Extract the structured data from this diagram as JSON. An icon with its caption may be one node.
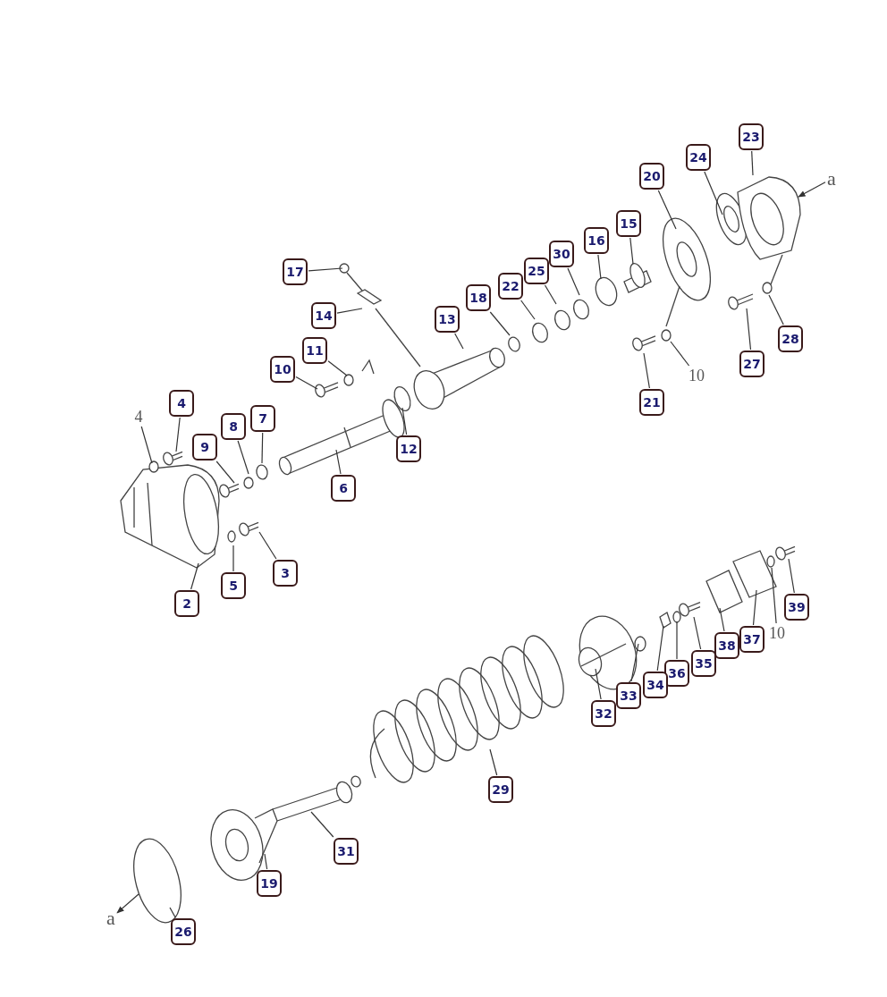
{
  "diagram": {
    "nodes": [
      {
        "text": [
          "23"
        ]
      },
      {
        "text": [
          "24"
        ]
      },
      {
        "text": [
          "20"
        ]
      },
      {
        "text": [
          "a"
        ]
      },
      {
        "text": [
          "15"
        ]
      },
      {
        "text": [
          "16"
        ]
      },
      {
        "text": [
          "30"
        ]
      },
      {
        "text": [
          "17"
        ]
      },
      {
        "text": [
          "25"
        ]
      },
      {
        "text": [
          "22"
        ]
      },
      {
        "text": [
          "18"
        ]
      },
      {
        "text": [
          "14"
        ]
      },
      {
        "text": [
          "13"
        ]
      },
      {
        "text": [
          "28"
        ]
      },
      {
        "text": [
          "11"
        ]
      },
      {
        "text": [
          "27"
        ]
      },
      {
        "text": [
          "10"
        ]
      },
      {
        "text": [
          "10"
        ]
      },
      {
        "text": [
          "21"
        ]
      },
      {
        "text": [
          "4"
        ]
      },
      {
        "text": [
          "4"
        ]
      },
      {
        "text": [
          "7"
        ]
      },
      {
        "text": [
          "8"
        ]
      },
      {
        "text": [
          "9"
        ]
      },
      {
        "text": [
          "12"
        ]
      },
      {
        "text": [
          "6"
        ]
      },
      {
        "text": [
          "3"
        ]
      },
      {
        "text": [
          "5"
        ]
      },
      {
        "text": [
          "2"
        ]
      },
      {
        "text": [
          "39"
        ]
      },
      {
        "text": [
          "10"
        ]
      },
      {
        "text": [
          "37"
        ]
      },
      {
        "text": [
          "38"
        ]
      },
      {
        "text": [
          "35"
        ]
      },
      {
        "text": [
          "36"
        ]
      },
      {
        "text": [
          "34"
        ]
      },
      {
        "text": [
          "33"
        ]
      },
      {
        "text": [
          "32"
        ]
      },
      {
        "text": [
          "29"
        ]
      },
      {
        "text": [
          "31"
        ]
      },
      {
        "text": [
          "19"
        ]
      },
      {
        "text": [
          "a"
        ]
      },
      {
        "text": [
          "26"
        ]
      }
    ],
    "edges": [
      {
        "from": 0,
        "to": null,
        "arrow": "none"
      },
      {
        "from": 1,
        "to": null,
        "arrow": "none"
      },
      {
        "from": 2,
        "to": null,
        "arrow": "none"
      },
      {
        "from": 3,
        "to": null,
        "arrow": "to"
      },
      {
        "from": 4,
        "to": null,
        "arrow": "none"
      },
      {
        "from": 5,
        "to": null,
        "arrow": "none"
      },
      {
        "from": 6,
        "to": null,
        "arrow": "none"
      },
      {
        "from": 7,
        "to": null,
        "arrow": "none"
      },
      {
        "from": 8,
        "to": null,
        "arrow": "none"
      },
      {
        "from": 9,
        "to": null,
        "arrow": "none"
      },
      {
        "from": 10,
        "to": null,
        "arrow": "none"
      },
      {
        "from": 11,
        "to": null,
        "arrow": "none"
      },
      {
        "from": 12,
        "to": null,
        "arrow": "none"
      },
      {
        "from": 13,
        "to": null,
        "arrow": "none"
      },
      {
        "from": 14,
        "to": null,
        "arrow": "none"
      },
      {
        "from": 15,
        "to": null,
        "arrow": "none"
      },
      {
        "from": 16,
        "to": null,
        "arrow": "none"
      },
      {
        "from": 17,
        "to": null,
        "arrow": "none"
      },
      {
        "from": 18,
        "to": null,
        "arrow": "none"
      },
      {
        "from": 19,
        "to": null,
        "arrow": "none"
      },
      {
        "from": 20,
        "to": null,
        "arrow": "none"
      },
      {
        "from": 21,
        "to": null,
        "arrow": "none"
      },
      {
        "from": 22,
        "to": null,
        "arrow": "none"
      },
      {
        "from": 23,
        "to": null,
        "arrow": "none"
      },
      {
        "from": 24,
        "to": null,
        "arrow": "none"
      },
      {
        "from": 25,
        "to": null,
        "arrow": "none"
      },
      {
        "from": 26,
        "to": null,
        "arrow": "none"
      },
      {
        "from": 27,
        "to": null,
        "arrow": "none"
      },
      {
        "from": 28,
        "to": null,
        "arrow": "none"
      },
      {
        "from": 29,
        "to": null,
        "arrow": "none"
      },
      {
        "from": 30,
        "to": null,
        "arrow": "none"
      },
      {
        "from": 31,
        "to": null,
        "arrow": "none"
      },
      {
        "from": 32,
        "to": null,
        "arrow": "none"
      },
      {
        "from": 33,
        "to": null,
        "arrow": "none"
      },
      {
        "from": 34,
        "to": null,
        "arrow": "none"
      },
      {
        "from": 35,
        "to": null,
        "arrow": "none"
      },
      {
        "from": 36,
        "to": null,
        "arrow": "none"
      },
      {
        "from": 37,
        "to": null,
        "arrow": "none"
      },
      {
        "from": 38,
        "to": null,
        "arrow": "none"
      },
      {
        "from": 39,
        "to": null,
        "arrow": "none"
      },
      {
        "from": 40,
        "to": null,
        "arrow": "none"
      },
      {
        "from": null,
        "to": 41,
        "arrow": "to"
      },
      {
        "from": 42,
        "to": null,
        "arrow": "none"
      }
    ]
  }
}
